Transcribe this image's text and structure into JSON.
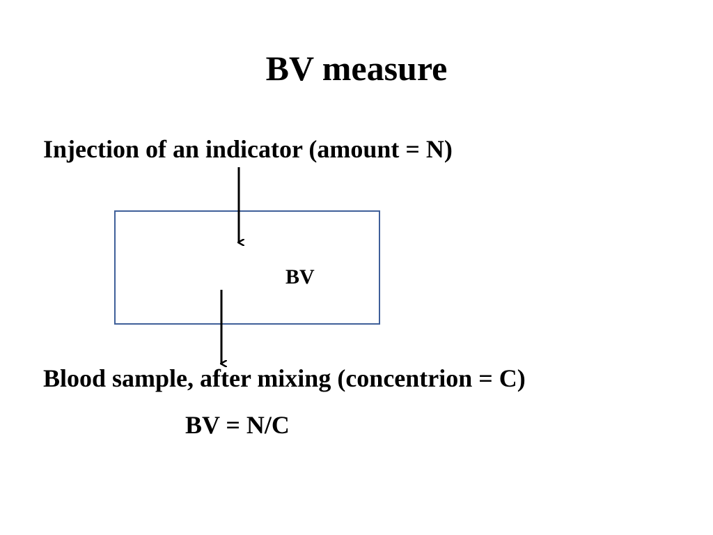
{
  "slide": {
    "title": "BV measure",
    "injection_text": "Injection of an indicator (amount = N)",
    "compartment_label": "BV",
    "sample_text": "Blood sample, after mixing (concentrion = C)",
    "formula": "BV = N/C"
  },
  "colors": {
    "compartment_border": "#3f5f99",
    "text": "#000000",
    "arrow": "#000000",
    "background": "#ffffff"
  }
}
